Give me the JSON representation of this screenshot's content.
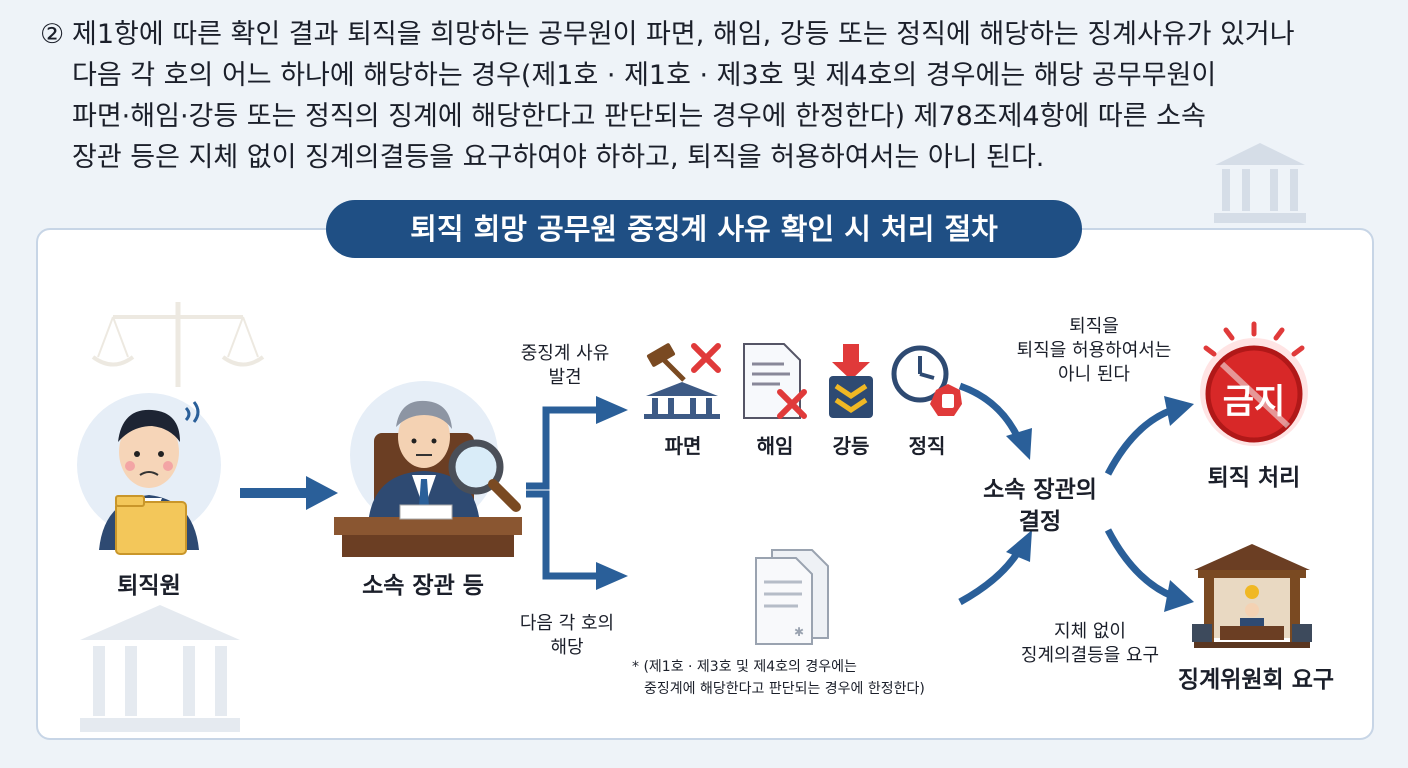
{
  "intro": {
    "number": "②",
    "lines": [
      "제1항에 따른 확인 결과 퇴직을 희망하는 공무원이 파면, 해임, 강등 또는 정직에 해당하는 징계사유가 있거나",
      "다음 각 호의 어느 하나에 해당하는 경우(제1호 · 제1호 · 제3호 및 제4호의 경우에는 해당 공무무원이",
      "파면·해임·강등 또는 정직의 징계에 해당한다고 판단되는 경우에 한정한다) 제78조제4항에 따른 소속",
      "장관 등은 지체 없이 징계의결등을 요구하여야 하하고, 퇴직을 허용하여서는 아니 된다."
    ]
  },
  "diagram": {
    "title": "퇴직 희망 공무원 중징계 사유 확인 시 처리 절차",
    "retiree_label": "퇴직원",
    "minister_label": "소속 장관 등",
    "branch_top_line1": "중징계 사유",
    "branch_top_line2": "발견",
    "branch_bottom_line1": "다음 각 호의",
    "branch_bottom_line2": "해당",
    "penalties": [
      "파면",
      "해임",
      "강등",
      "정직"
    ],
    "decision_line1": "소속 장관의",
    "decision_line2": "결정",
    "forbid_caption_line1": "퇴직을",
    "forbid_caption_line2": "퇴직을 허용하여서는",
    "forbid_caption_line3": "아니 된다",
    "forbid_badge": "금지",
    "forbid_label": "퇴직 처리",
    "committee_caption_line1": "지체 없이",
    "committee_caption_line2": "징계의결등을 요구",
    "committee_label": "징계위원회 요구",
    "note_line1": "* (제1호 · 제3호 및 제4호의 경우에는",
    "note_line2": "중징계에 해당한다고 판단되는 경우에 한정한다)"
  },
  "colors": {
    "navy": "#1f4f84",
    "arrow": "#2a5f99",
    "red": "#e03a3a",
    "text": "#1b1f2a"
  }
}
